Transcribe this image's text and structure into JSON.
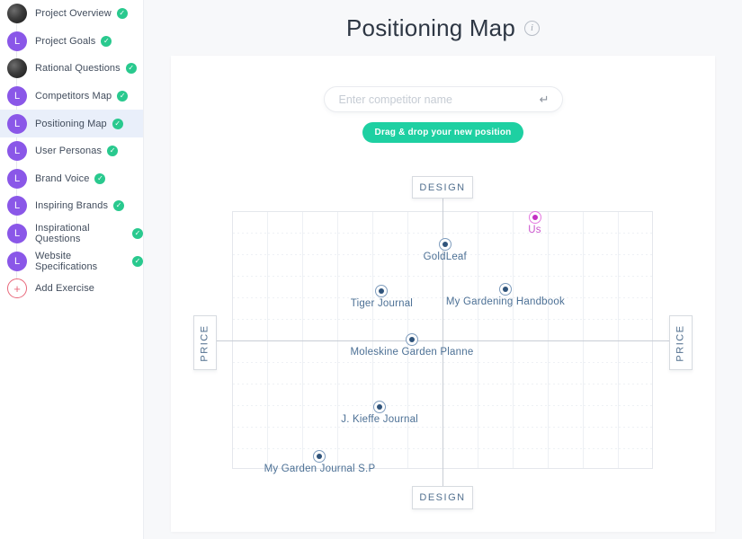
{
  "header": {
    "title": "Positioning Map"
  },
  "icons": {
    "info": "i",
    "enter_key": "↵",
    "check": "✓",
    "plus": "+"
  },
  "sidebar": {
    "items": [
      {
        "label": "Project Overview",
        "avatar": "photo",
        "initial": "",
        "checked": true
      },
      {
        "label": "Project Goals",
        "avatar": "letter",
        "initial": "L",
        "checked": true
      },
      {
        "label": "Rational Questions",
        "avatar": "photo",
        "initial": "",
        "checked": true
      },
      {
        "label": "Competitors Map",
        "avatar": "letter",
        "initial": "L",
        "checked": true
      },
      {
        "label": "Positioning Map",
        "avatar": "letter",
        "initial": "L",
        "checked": true,
        "selected": true
      },
      {
        "label": "User Personas",
        "avatar": "letter",
        "initial": "L",
        "checked": true
      },
      {
        "label": "Brand Voice",
        "avatar": "letter",
        "initial": "L",
        "checked": true
      },
      {
        "label": "Inspiring Brands",
        "avatar": "letter",
        "initial": "L",
        "checked": true
      },
      {
        "label": "Inspirational Questions",
        "avatar": "letter",
        "initial": "L",
        "checked": true
      },
      {
        "label": "Website Specifications",
        "avatar": "letter",
        "initial": "L",
        "checked": true
      }
    ],
    "add_item": {
      "label": "Add Exercise"
    }
  },
  "search": {
    "placeholder": "Enter competitor name"
  },
  "hint_badge": "Drag & drop your new position",
  "chart_data": {
    "type": "scatter",
    "title": "Positioning Map",
    "axes": {
      "top": "DESIGN",
      "bottom": "DESIGN",
      "left": "PRICE",
      "right": "PRICE"
    },
    "grid": "on",
    "x_range_pct": [
      0,
      100
    ],
    "y_range_pct": [
      0,
      100
    ],
    "points": [
      {
        "label": "Us",
        "x_pct": 72.0,
        "y_pct": 2.1,
        "variant": "us"
      },
      {
        "label": "GoldLeaf",
        "x_pct": 50.6,
        "y_pct": 12.5,
        "variant": "competitor"
      },
      {
        "label": "Tiger Journal",
        "x_pct": 35.5,
        "y_pct": 31.0,
        "variant": "competitor"
      },
      {
        "label": "My Gardening Handbook",
        "x_pct": 65.0,
        "y_pct": 30.3,
        "variant": "competitor"
      },
      {
        "label": "Moleskine Garden Planne",
        "x_pct": 42.7,
        "y_pct": 49.8,
        "variant": "competitor"
      },
      {
        "label": "J. Kieffe Journal",
        "x_pct": 35.0,
        "y_pct": 76.3,
        "variant": "competitor"
      },
      {
        "label": "My Garden Journal S.P",
        "x_pct": 20.7,
        "y_pct": 95.5,
        "variant": "competitor"
      }
    ]
  },
  "colors": {
    "accent_purple": "#8a57e8",
    "check_green": "#29c98e",
    "badge_green": "#1ed0a2",
    "add_red": "#e8677a",
    "point_blue": "#30547b",
    "point_us_pink": "#c32fc3",
    "selected_row": "#e9effa",
    "page_bg": "#f7f8fa"
  }
}
